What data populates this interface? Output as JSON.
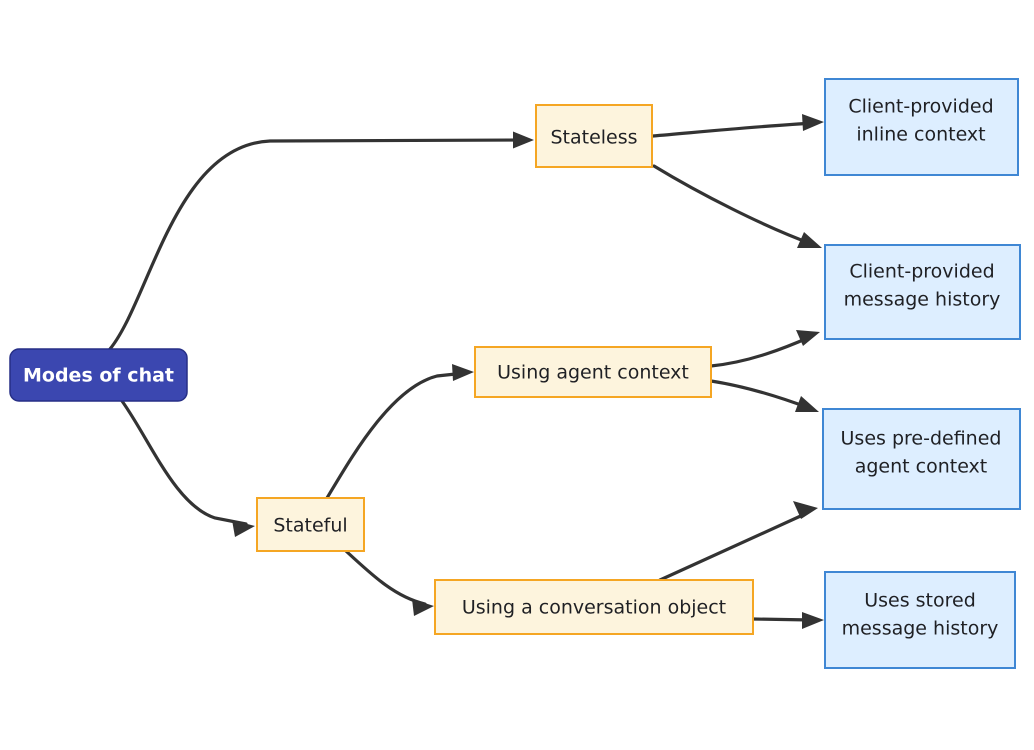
{
  "diagram": {
    "title": "Modes of chat",
    "type": "flowchart",
    "direction": "left-to-right",
    "background": "#ffffff",
    "colors": {
      "root_fill": "#3b47b0",
      "root_stroke": "#262f86",
      "root_text": "#ffffff",
      "process_fill": "#fdf4dd",
      "process_stroke": "#f5a623",
      "output_fill": "#ddeeff",
      "output_stroke": "#3f87d4",
      "edge": "#333333",
      "text": "#1f2024"
    },
    "nodes": [
      {
        "id": "root",
        "label": "Modes of chat",
        "kind": "root"
      },
      {
        "id": "stateless",
        "label": "Stateless",
        "kind": "process"
      },
      {
        "id": "stateful",
        "label": "Stateful",
        "kind": "process"
      },
      {
        "id": "agentctx",
        "label": "Using agent context",
        "kind": "process"
      },
      {
        "id": "convobj",
        "label": "Using a conversation object",
        "kind": "process"
      },
      {
        "id": "inline",
        "label_line1": "Client-provided",
        "label_line2": "inline context",
        "kind": "output"
      },
      {
        "id": "msghist",
        "label_line1": "Client-provided",
        "label_line2": "message history",
        "kind": "output"
      },
      {
        "id": "predef",
        "label_line1": "Uses pre-defined",
        "label_line2": "agent context",
        "kind": "output"
      },
      {
        "id": "stored",
        "label_line1": "Uses stored",
        "label_line2": "message history",
        "kind": "output"
      }
    ],
    "edges": [
      {
        "from": "root",
        "to": "stateless"
      },
      {
        "from": "root",
        "to": "stateful"
      },
      {
        "from": "stateless",
        "to": "inline"
      },
      {
        "from": "stateless",
        "to": "msghist"
      },
      {
        "from": "stateful",
        "to": "agentctx"
      },
      {
        "from": "stateful",
        "to": "convobj"
      },
      {
        "from": "agentctx",
        "to": "msghist"
      },
      {
        "from": "agentctx",
        "to": "predef"
      },
      {
        "from": "convobj",
        "to": "predef"
      },
      {
        "from": "convobj",
        "to": "stored"
      }
    ]
  }
}
